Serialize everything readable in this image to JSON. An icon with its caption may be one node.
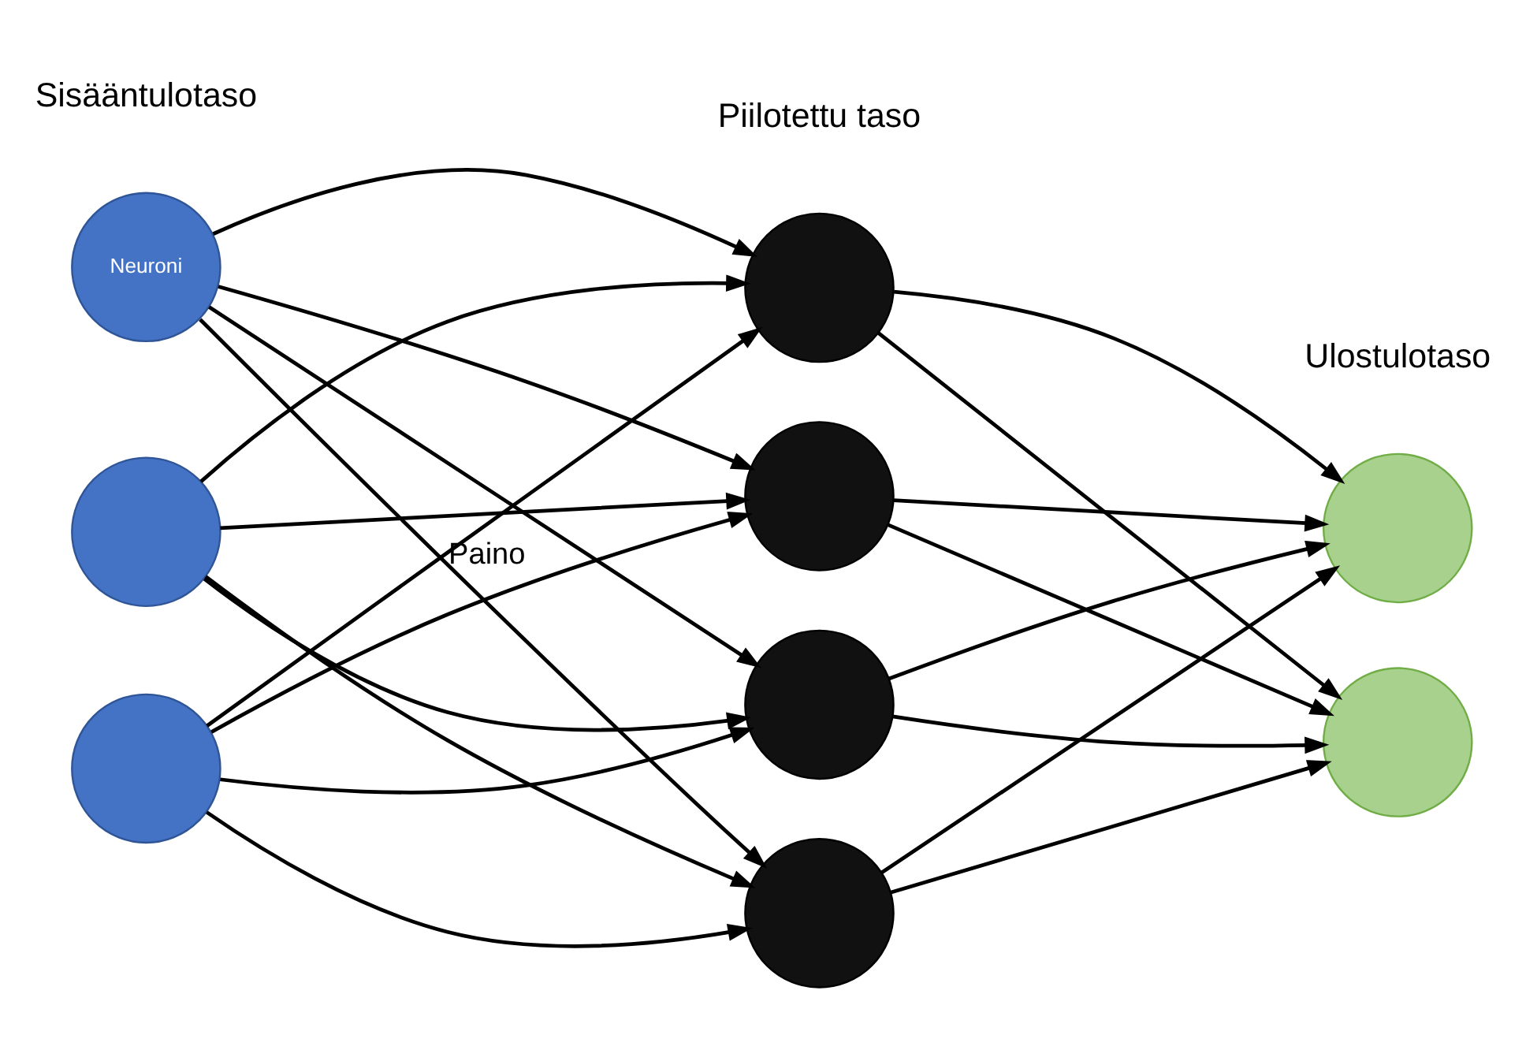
{
  "diagram": {
    "nodes": [
      {
        "text": [
          "Neuroni"
        ]
      },
      {
        "text": [],
        "shape": "circle"
      },
      {
        "text": [],
        "shape": "circle"
      },
      {
        "text": [],
        "shape": "circle"
      },
      {
        "text": [],
        "shape": "circle"
      },
      {
        "text": [],
        "shape": "circle"
      },
      {
        "text": [],
        "shape": "circle"
      },
      {
        "text": [],
        "shape": "circle"
      },
      {
        "text": [],
        "shape": "circle"
      }
    ],
    "edges": [
      {
        "from": 0,
        "to": 3,
        "arrow": "to",
        "label": "Paino"
      },
      {
        "from": 0,
        "to": 4,
        "arrow": "to"
      },
      {
        "from": 0,
        "to": 5,
        "arrow": "to"
      },
      {
        "from": 0,
        "to": 6,
        "arrow": "to"
      },
      {
        "from": 1,
        "to": 3,
        "arrow": "to"
      },
      {
        "from": 1,
        "to": 4,
        "arrow": "to"
      },
      {
        "from": 1,
        "to": 5,
        "arrow": "to"
      },
      {
        "from": 1,
        "to": 6,
        "arrow": "to"
      },
      {
        "from": 2,
        "to": 3,
        "arrow": "to"
      },
      {
        "from": 2,
        "to": 4,
        "arrow": "to"
      },
      {
        "from": 2,
        "to": 5,
        "arrow": "to"
      },
      {
        "from": 2,
        "to": 6,
        "arrow": "to"
      },
      {
        "from": 3,
        "to": 7,
        "arrow": "to"
      },
      {
        "from": 3,
        "to": 8,
        "arrow": "to"
      },
      {
        "from": 4,
        "to": 7,
        "arrow": "to"
      },
      {
        "from": 4,
        "to": 8,
        "arrow": "to"
      },
      {
        "from": 5,
        "to": 7,
        "arrow": "to"
      },
      {
        "from": 5,
        "to": 8,
        "arrow": "to"
      },
      {
        "from": 6,
        "to": 7,
        "arrow": "to"
      },
      {
        "from": 6,
        "to": 8,
        "arrow": "to"
      }
    ],
    "labels": [
      "Sisääntulotaso",
      "Piilotettu taso",
      "Ulostulotaso"
    ]
  }
}
